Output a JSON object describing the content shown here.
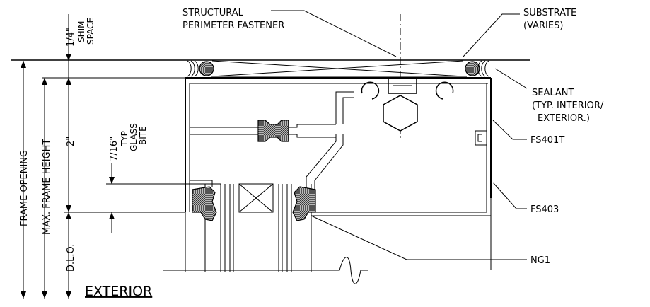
{
  "labels": {
    "shim_dim": "1/4\"",
    "shim_word1": "SHIM",
    "shim_word2": "SPACE",
    "fastener_line1": "STRUCTURAL",
    "fastener_line2": "PERIMETER FASTENER",
    "substrate_line1": "SUBSTRATE",
    "substrate_line2": "(VARIES)",
    "sealant_line1": "SEALANT",
    "sealant_line2": "(TYP. INTERIOR/",
    "sealant_line3": "EXTERIOR.)",
    "fs401t": "FS401T",
    "fs403": "FS403",
    "ng1": "NG1",
    "frame_opening": "FRAME OPENING",
    "max_frame_height": "MAX. FRAME HEIGHT",
    "dlo": "D.L.O.",
    "two_inch": "2\"",
    "bite_dim": "7/16\"",
    "bite_typ": "TYP",
    "bite_glass": "GLASS",
    "bite_word": "BITE",
    "exterior": "EXTERIOR"
  },
  "colors": {
    "line": "#000000",
    "background": "#ffffff",
    "gasket_fill": "#555555"
  }
}
